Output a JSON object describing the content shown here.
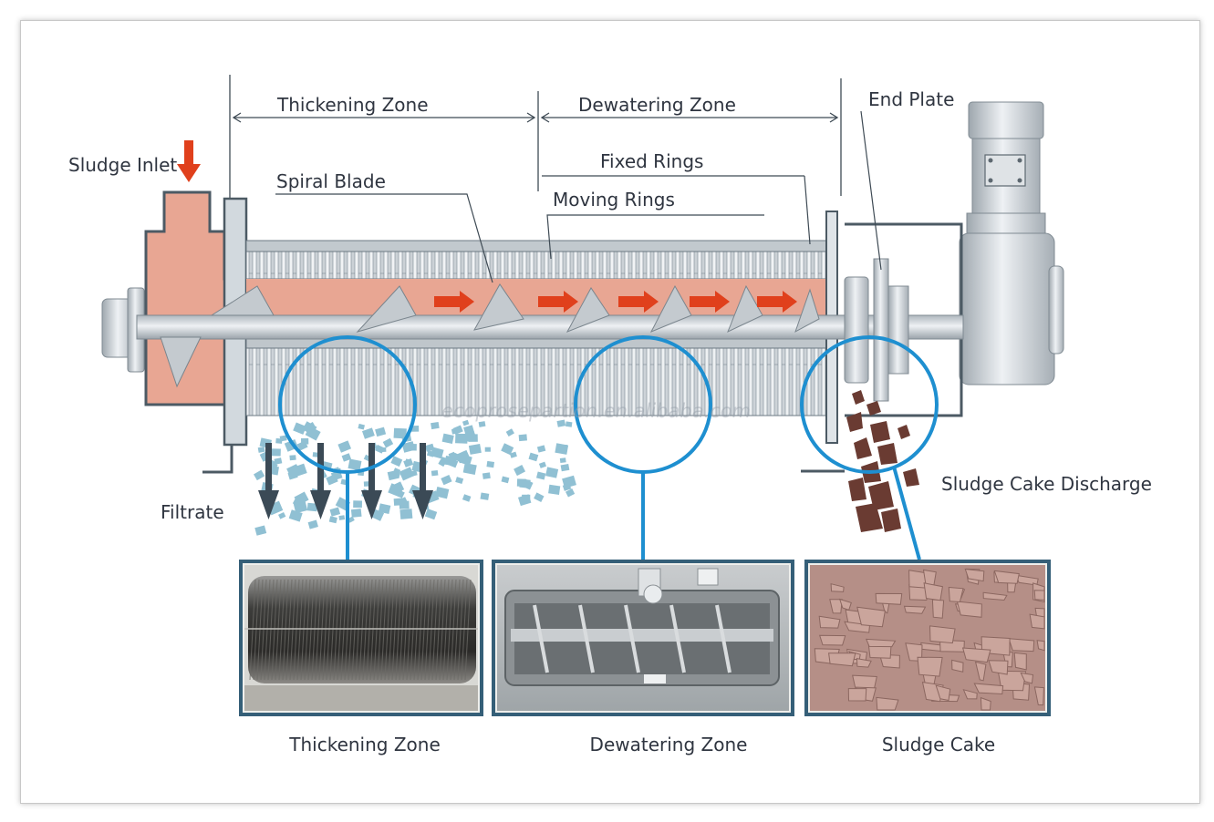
{
  "labels": {
    "thickening_zone": "Thickening Zone",
    "dewatering_zone": "Dewatering Zone",
    "end_plate": "End Plate",
    "sludge_inlet": "Sludge Inlet",
    "spiral_blade": "Spiral Blade",
    "fixed_rings": "Fixed Rings",
    "moving_rings": "Moving Rings",
    "filtrate": "Filtrate",
    "sludge_cake_discharge": "Sludge Cake Discharge"
  },
  "captions": {
    "thickening": "Thickening Zone",
    "dewatering": "Dewatering Zone",
    "sludge_cake": "Sludge Cake"
  },
  "watermark": "ecoprosepartion.en.alibaba.com",
  "colors": {
    "sludge": "#e8a693",
    "ring": "#cfd4d8",
    "metal": "#d5dbe0",
    "outline": "#4a5a66",
    "callout": "#1e8fd0",
    "flow_arrow": "#e0401c",
    "filtrate": "#7db6cc",
    "cake": "#6a3b32",
    "frame_border": "#355f78"
  }
}
